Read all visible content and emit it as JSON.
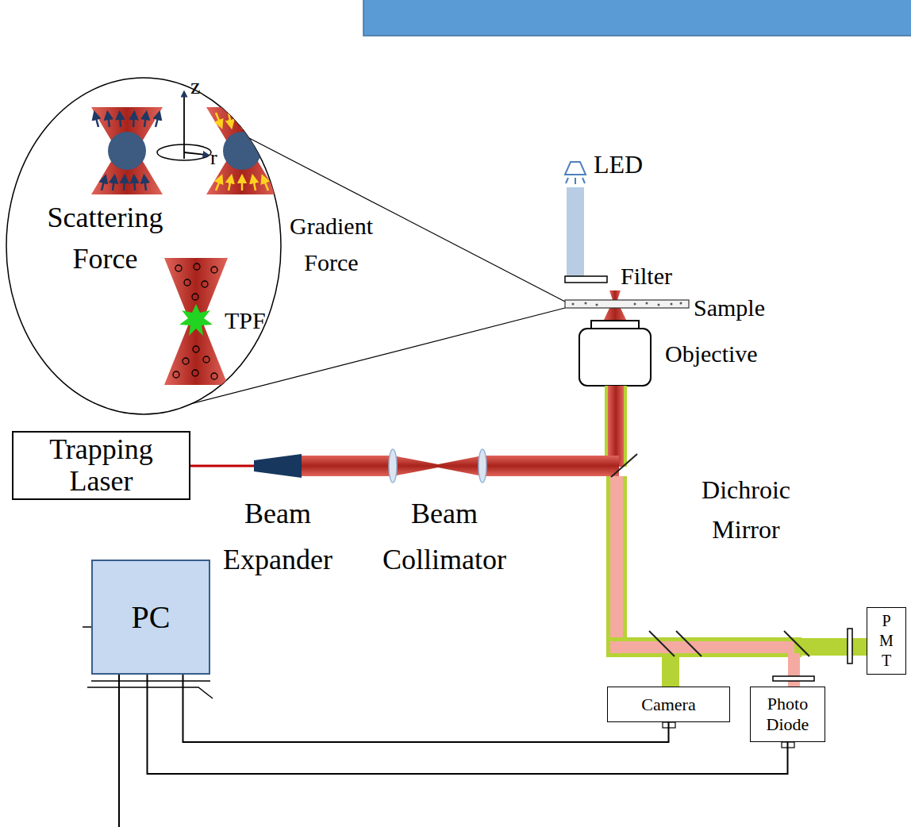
{
  "diagram": {
    "nodes": [
      {
        "text": [
          "Trapping Laser"
        ]
      },
      {
        "text": [
          "PC"
        ]
      },
      {
        "text": [
          "Camera"
        ]
      },
      {
        "text": [
          "Photo Diode"
        ]
      },
      {
        "text": [
          "P M T"
        ]
      }
    ],
    "edges": [
      {
        "from": 1,
        "to": 2,
        "arrow": "none"
      },
      {
        "from": 1,
        "to": 3,
        "arrow": "none"
      }
    ],
    "labels": [
      "Scattering Force",
      "Gradient Force",
      "TPF",
      "z",
      "r",
      "LED",
      "Filter",
      "Sample",
      "Objective",
      "Beam Expander",
      "Beam Collimator",
      "Dichroic Mirror"
    ]
  }
}
